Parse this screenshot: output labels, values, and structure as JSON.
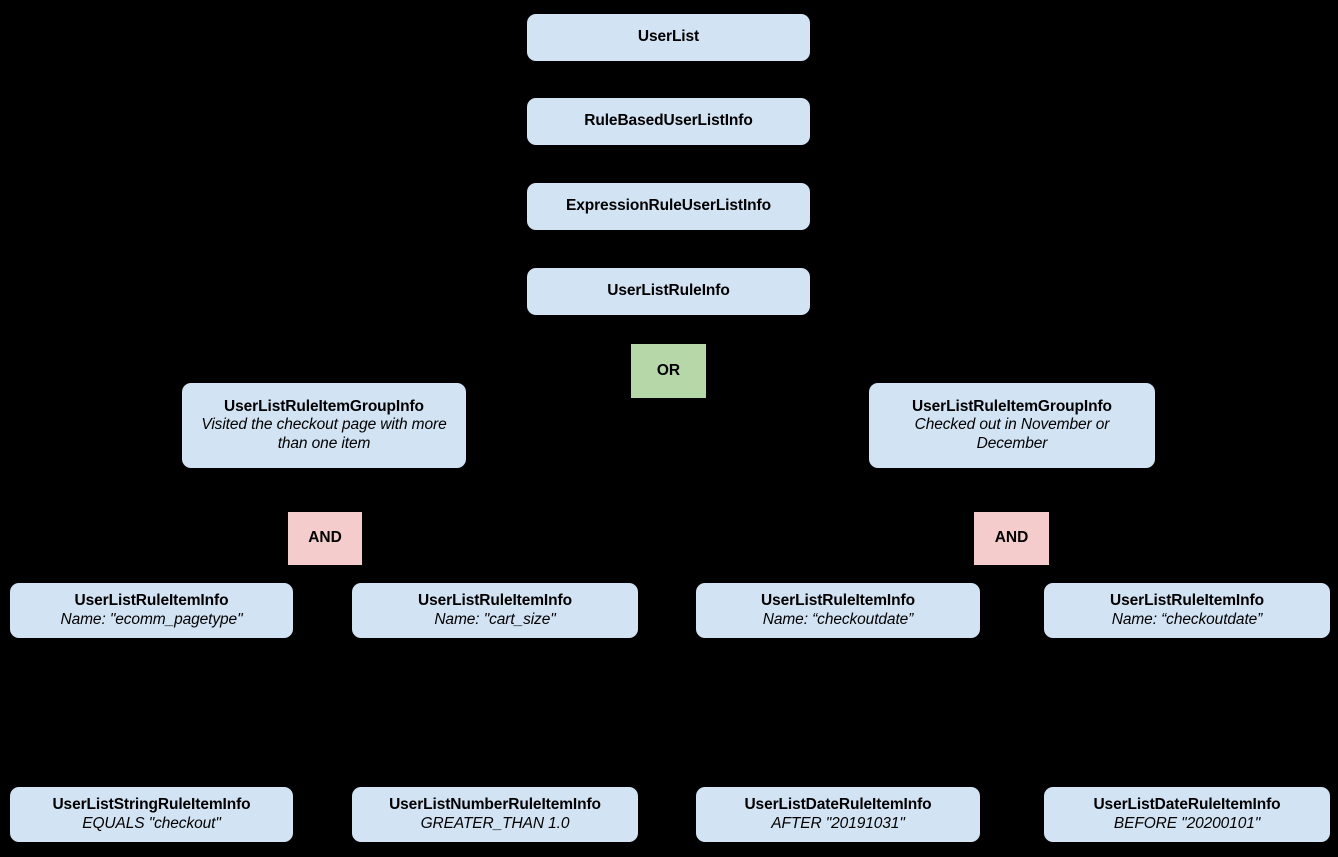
{
  "diagram": {
    "type": "hierarchy-tree",
    "background_color": "#000000",
    "entity_fill_color": "#d2e3f3",
    "or_fill_color": "#b6d7a8",
    "and_fill_color": "#f4cccc",
    "text_color": "#000000"
  },
  "spine": [
    {
      "title": "UserList"
    },
    {
      "title": "RuleBasedUserListInfo"
    },
    {
      "title": "ExpressionRuleUserListInfo"
    },
    {
      "title": "UserListRuleInfo"
    }
  ],
  "operators": {
    "or": "OR",
    "and_left": "AND",
    "and_right": "AND"
  },
  "groups": [
    {
      "title": "UserListRuleItemGroupInfo",
      "description": "Visited the checkout page with more than one item"
    },
    {
      "title": "UserListRuleItemGroupInfo",
      "description": "Checked out in November or December"
    }
  ],
  "rule_items": [
    {
      "title": "UserListRuleItemInfo",
      "detail": "Name: \"ecomm_pagetype\""
    },
    {
      "title": "UserListRuleItemInfo",
      "detail": "Name: \"cart_size\""
    },
    {
      "title": "UserListRuleItemInfo",
      "detail": "Name: “checkoutdate”"
    },
    {
      "title": "UserListRuleItemInfo",
      "detail": "Name: “checkoutdate”"
    }
  ],
  "typed_rule_items": [
    {
      "title": "UserListStringRuleItemInfo",
      "detail": "EQUALS \"checkout\""
    },
    {
      "title": "UserListNumberRuleItemInfo",
      "detail": "GREATER_THAN 1.0"
    },
    {
      "title": "UserListDateRuleItemInfo",
      "detail": "AFTER \"20191031\""
    },
    {
      "title": "UserListDateRuleItemInfo",
      "detail": "BEFORE \"20200101\""
    }
  ]
}
